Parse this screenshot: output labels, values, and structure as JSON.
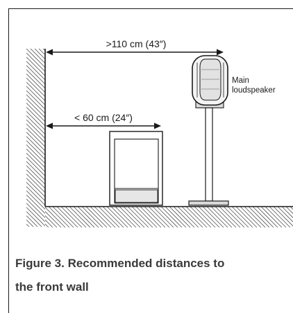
{
  "diagram": {
    "labels": {
      "far_distance": ">110 cm (43″)",
      "near_distance": "< 60 cm (24″)",
      "speaker_line1": "Main",
      "speaker_line2": "loudspeaker"
    }
  },
  "caption": {
    "line1": "Figure 3. Recommended distances to",
    "line2": "the front wall"
  }
}
